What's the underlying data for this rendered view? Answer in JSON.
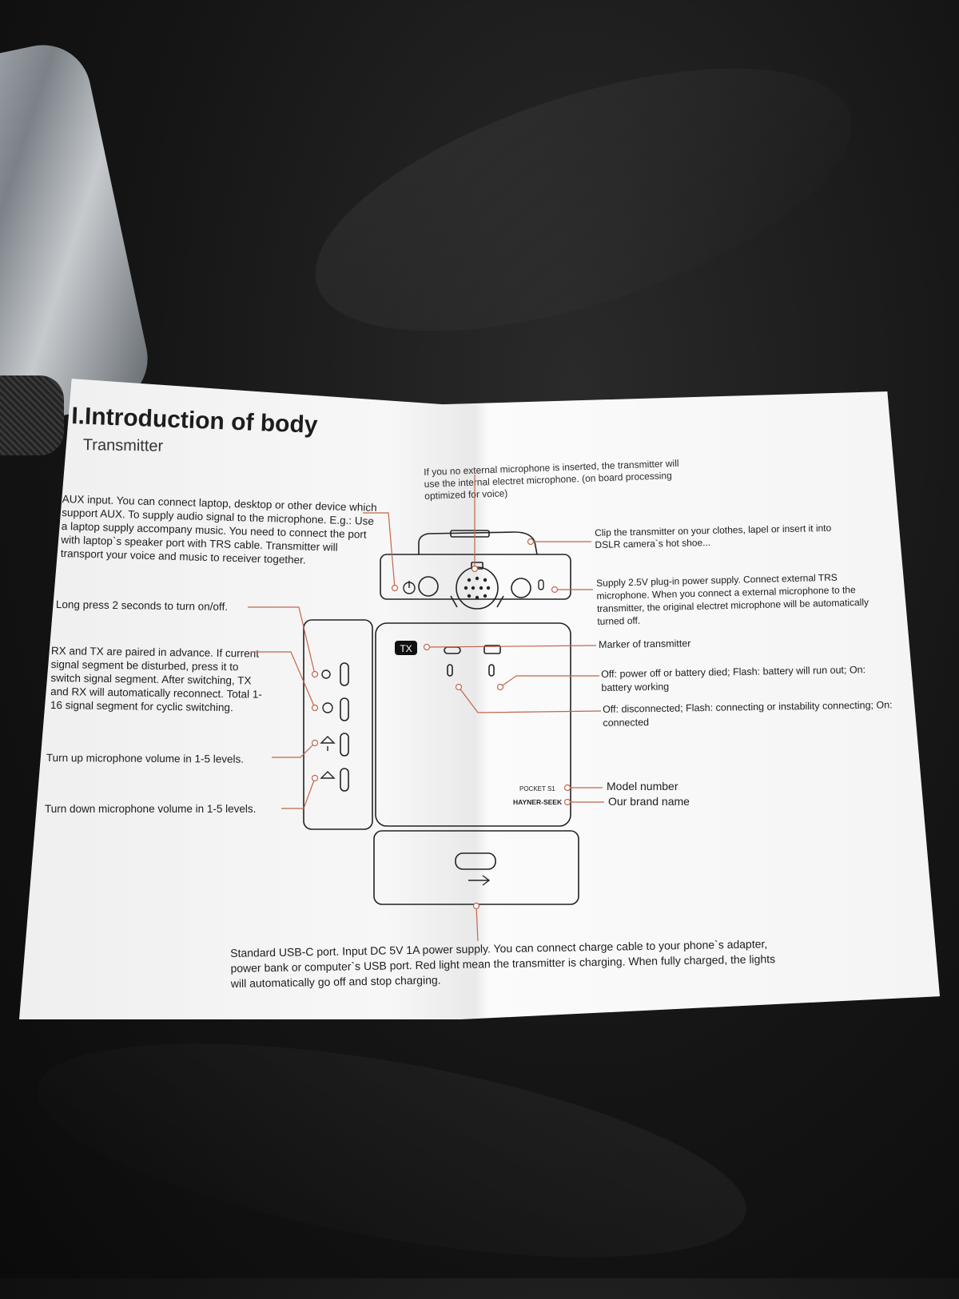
{
  "title": "I.Introduction of body",
  "subtitle": "Transmitter",
  "internal_mic_note": "If you no external microphone is inserted, the transmitter will use the internal electret microphone. (on board processing optimized for voice)",
  "left_notes": {
    "aux": "AUX input. You can connect laptop, desktop or other device which support AUX. To supply audio signal to the microphone. E.g.: Use a laptop supply accompany music. You need to connect the port with laptop`s speaker port with TRS cable. Transmitter will transport your voice and music to receiver together.",
    "power": "Long press 2 seconds to turn on/off.",
    "pairing": "RX and TX are paired in advance. If current signal segment be disturbed, press it to switch signal segment. After switching, TX and RX will automatically reconnect. Total 1-16 signal segment for cyclic switching.",
    "vol_up": "Turn up microphone volume in 1-5 levels.",
    "vol_down": "Turn down microphone volume in 1-5 levels."
  },
  "right_notes": {
    "clip": "Clip the transmitter on your clothes, lapel or insert it into DSLR camera`s hot shoe...",
    "supply": "Supply 2.5V plug-in power supply. Connect external TRS microphone. When you connect a external microphone to the transmitter, the original electret microphone will be automatically turned off.",
    "marker": "Marker of transmitter",
    "battery": "Off: power off or battery died; Flash: battery will run out; On: battery working",
    "connection": "Off: disconnected; Flash: connecting or instability connecting; On: connected",
    "model": "Model number",
    "brand": "Our brand name"
  },
  "device": {
    "tx_badge": "TX",
    "model_label": "POCKET S1",
    "brand_label": "HAYNER-SEEK"
  },
  "usb_note": "Standard USB-C port. Input DC 5V 1A power supply. You can connect charge cable to your phone`s adapter, power bank or computer`s USB port. Red light mean the transmitter is charging. When fully charged, the lights will automatically go off and stop charging.",
  "icons": [
    "power-icon",
    "pair-icon",
    "volume-up-icon",
    "volume-down-icon",
    "mic-icon",
    "usb-icon",
    "battery-icon",
    "link-icon"
  ],
  "colors": {
    "leader": "#c2654a",
    "ink": "#1d1d1d",
    "paper": "#f4f4f4"
  }
}
